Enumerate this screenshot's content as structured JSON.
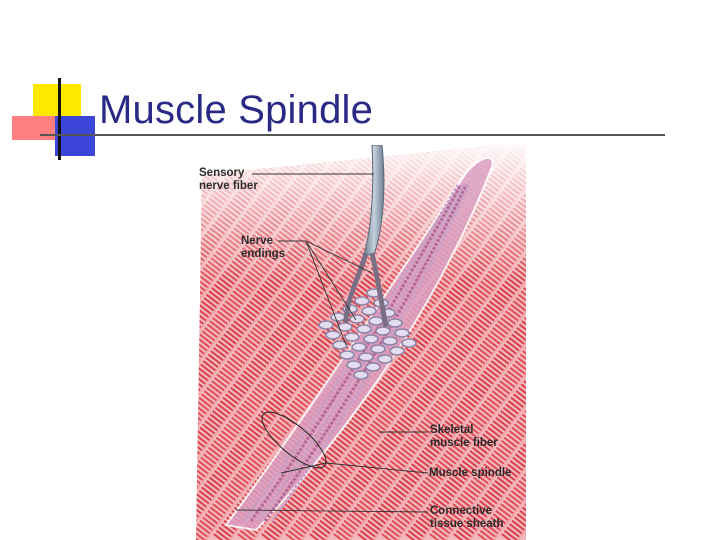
{
  "slide": {
    "title": "Muscle Spindle"
  },
  "diagram": {
    "labels": {
      "sensory_nerve_fiber": [
        "Sensory",
        "nerve fiber"
      ],
      "nerve_endings": [
        "Nerve",
        "endings"
      ],
      "skeletal_muscle_fiber": [
        "Skeletal",
        "muscle fiber"
      ],
      "muscle_spindle": [
        "Muscle spindle"
      ],
      "connective_tissue_sheath": [
        "Connective",
        "tissue sheath"
      ]
    },
    "colors": {
      "muscle": "#e0424d",
      "muscle_light": "#f2a6ab",
      "spindle": "#c9a0c8",
      "nerve": "#9aa9b8",
      "nerve_ending": "#8e86a9"
    }
  },
  "colors": {
    "title": "#2a2a86",
    "deco_yellow": "#ffe800",
    "deco_red": "#ff7f7f",
    "deco_blue": "#3b45d8"
  }
}
